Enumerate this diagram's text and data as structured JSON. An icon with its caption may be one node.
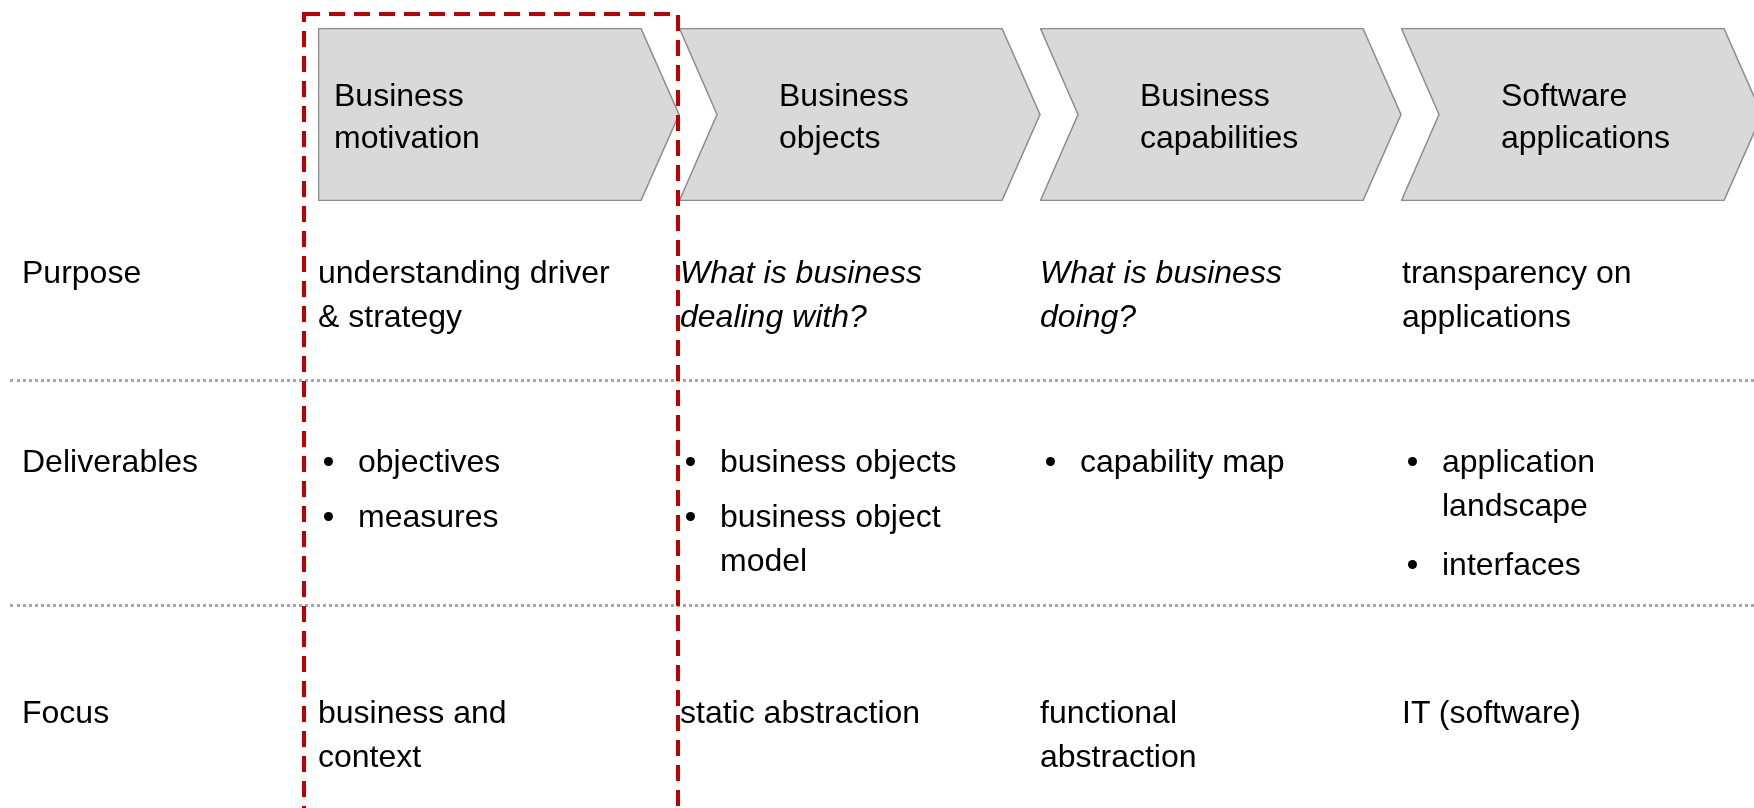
{
  "diagram": {
    "nodes": [
      {
        "text": [
          "Business motivation"
        ]
      },
      {
        "text": [
          "Business objects"
        ]
      },
      {
        "text": [
          "Business capabilities"
        ]
      },
      {
        "text": [
          "Software applications"
        ]
      }
    ],
    "labels": [
      "Purpose",
      "understanding driver & strategy",
      "What is business dealing with?",
      "What is business doing?",
      "transparency on applications",
      "Deliverables",
      "objectives",
      "measures",
      "business objects",
      "business object model",
      "capability map",
      "application landscape",
      "interfaces",
      "Focus",
      "business and context",
      "static abstraction",
      "functional abstraction",
      "IT (software)"
    ]
  }
}
